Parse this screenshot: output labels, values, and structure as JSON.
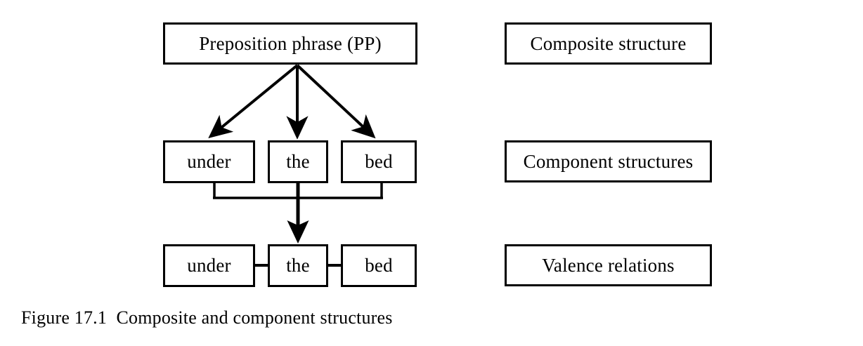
{
  "figure": {
    "caption": "Figure 17.1  Composite and component structures",
    "background_color": "#ffffff",
    "stroke_color": "#000000"
  },
  "composite": {
    "label": "Preposition phrase (PP)"
  },
  "components": {
    "items": [
      {
        "label": "under"
      },
      {
        "label": "the"
      },
      {
        "label": "bed"
      }
    ]
  },
  "valence": {
    "items": [
      {
        "label": "under"
      },
      {
        "label": "the"
      },
      {
        "label": "bed"
      }
    ]
  },
  "legend": {
    "items": [
      {
        "label": "Composite structure"
      },
      {
        "label": "Component structures"
      },
      {
        "label": "Valence relations"
      }
    ]
  }
}
